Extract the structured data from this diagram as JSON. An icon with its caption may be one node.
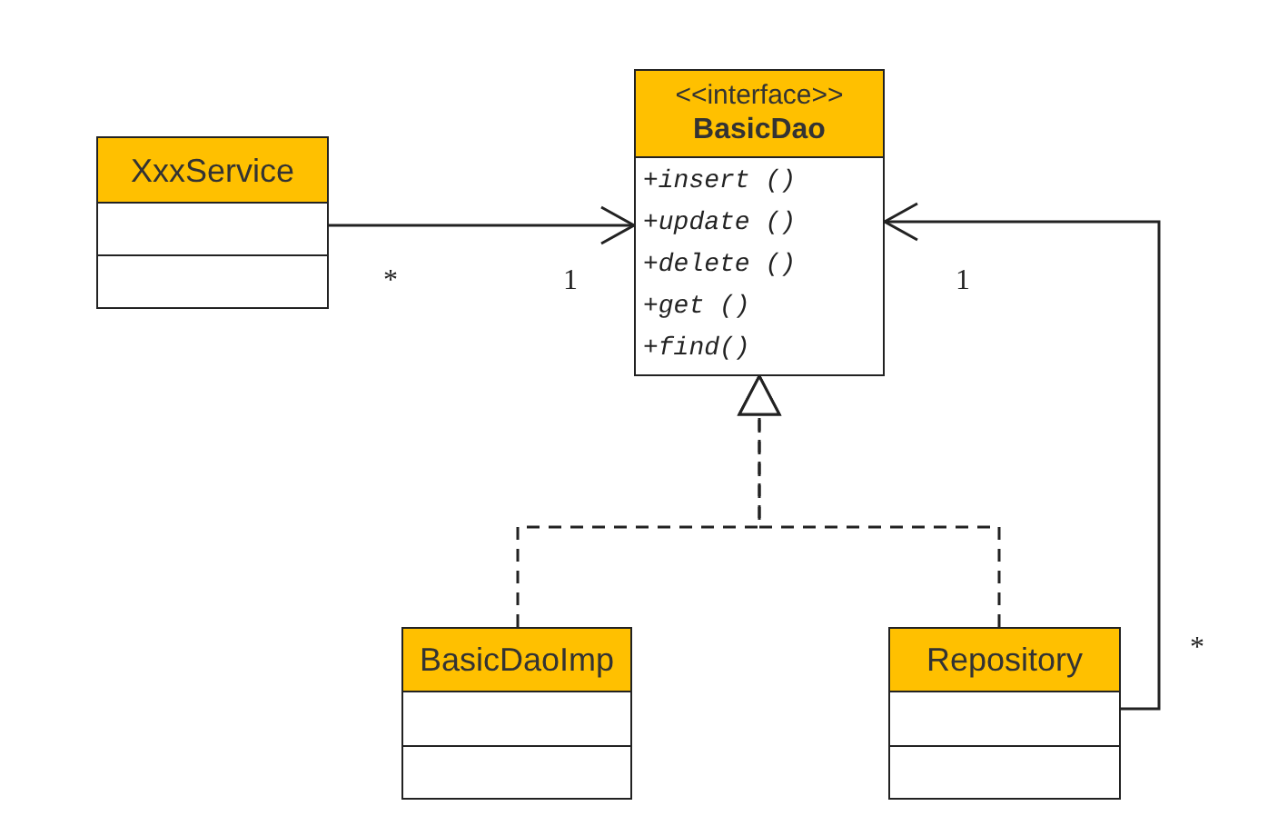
{
  "diagram": {
    "nodes": [
      {
        "text": [
          "XxxService"
        ]
      },
      {
        "text": [
          "<<interface>>",
          "BasicDao",
          "+insert ()",
          "+update ()",
          "+delete ()",
          "+get ()",
          "+find()"
        ]
      },
      {
        "text": [
          "BasicDaoImp"
        ]
      },
      {
        "text": [
          "Repository"
        ]
      }
    ],
    "edges": [
      {
        "from": 0,
        "to": 1,
        "arrow": "to"
      },
      {
        "from": 2,
        "to": 1,
        "arrow": "to",
        "style": "dashed"
      },
      {
        "from": 3,
        "to": 1,
        "arrow": "to",
        "style": "dashed"
      },
      {
        "from": 3,
        "to": 1,
        "arrow": "to"
      }
    ],
    "labels": [
      "*",
      "1",
      "1",
      "*"
    ]
  }
}
